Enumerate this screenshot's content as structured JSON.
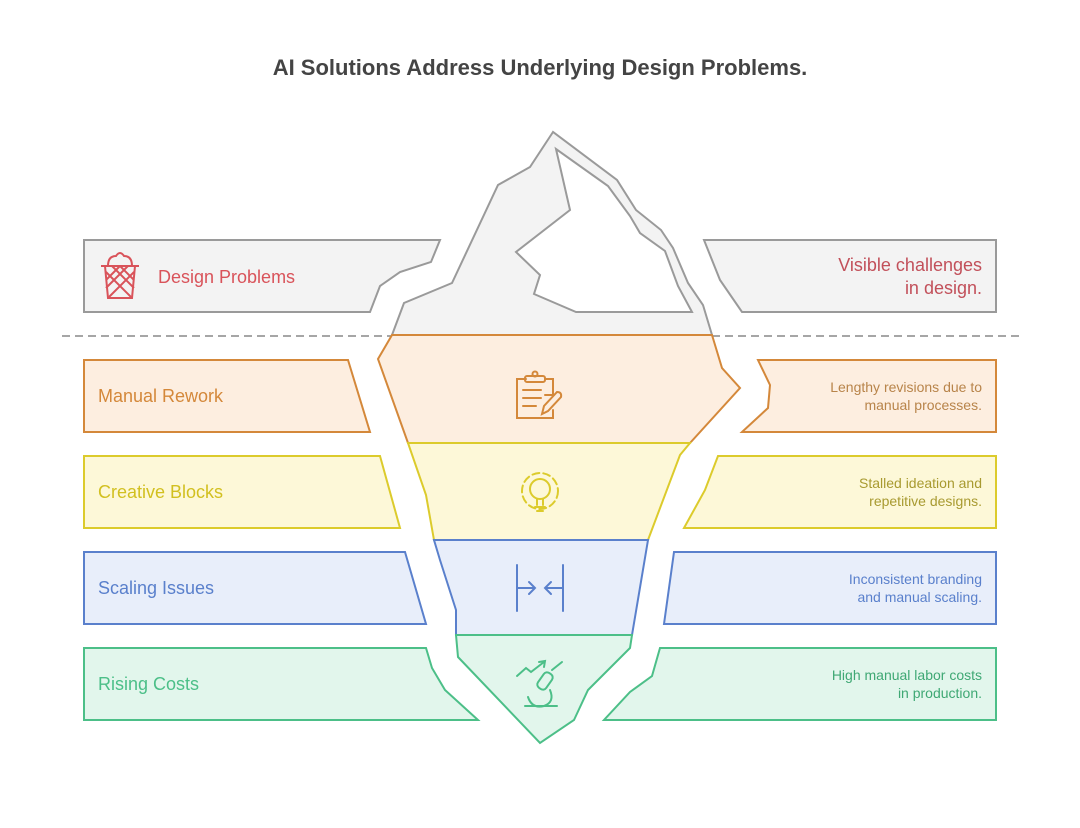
{
  "title": "AI Solutions Address Underlying Design Problems.",
  "colors": {
    "gray": {
      "stroke": "#9a9a9a",
      "fill": "#f3f3f3"
    },
    "red": "#d9535a",
    "orange": {
      "stroke": "#d4883a",
      "fill": "#fdeee0"
    },
    "yellow": {
      "stroke": "#dccb2c",
      "fill": "#fdf8d8"
    },
    "blue": {
      "stroke": "#5a80cc",
      "fill": "#e8eefa"
    },
    "green": {
      "stroke": "#4cbf88",
      "fill": "#e2f6ec"
    }
  },
  "top": {
    "label": "Design Problems",
    "icon": "wastebasket-icon",
    "desc": [
      "Visible challenges",
      "in design."
    ]
  },
  "layers": [
    {
      "label": "Manual Rework",
      "icon": "clipboard-pencil-icon",
      "desc": [
        "Lengthy revisions due to",
        "manual processes."
      ]
    },
    {
      "label": "Creative Blocks",
      "icon": "gear-lightbulb-icon",
      "desc": [
        "Stalled ideation and",
        "repetitive designs."
      ]
    },
    {
      "label": "Scaling Issues",
      "icon": "arrows-converge-icon",
      "desc": [
        "Inconsistent branding",
        "and manual scaling."
      ]
    },
    {
      "label": "Rising Costs",
      "icon": "microscope-trend-icon",
      "desc": [
        "High manual labor costs",
        "in production."
      ]
    }
  ]
}
